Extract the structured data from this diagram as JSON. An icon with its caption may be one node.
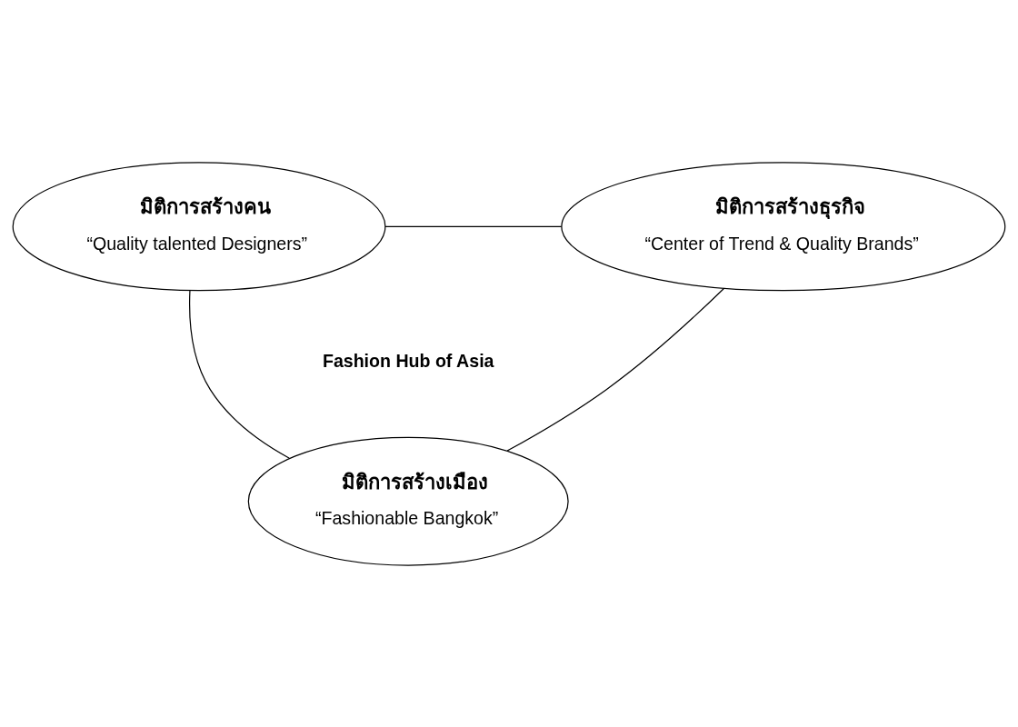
{
  "diagram": {
    "nodes": [
      {
        "text": [
          "มิติการสร้างคน",
          "“Quality talented Designers”"
        ]
      },
      {
        "text": [
          "มิติการสร้างธุรกิจ",
          "“Center of Trend & Quality Brands”"
        ]
      },
      {
        "text": [
          "มิติการสร้างเมือง",
          "“Fashionable Bangkok”"
        ]
      }
    ],
    "edges": [
      {
        "from": 0,
        "to": 1,
        "arrow": "none"
      },
      {
        "from": 0,
        "to": 2,
        "arrow": "none"
      },
      {
        "from": 1,
        "to": 2,
        "arrow": "none"
      }
    ],
    "labels": [
      "Fashion Hub of Asia"
    ]
  }
}
